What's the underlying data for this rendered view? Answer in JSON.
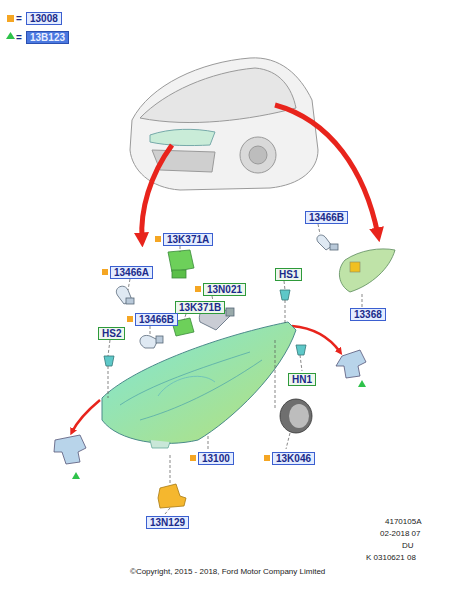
{
  "diagram": {
    "nodes": [
      {
        "text": [
          "13466B"
        ]
      },
      {
        "text": [
          "13K371A"
        ]
      },
      {
        "text": [
          "13466A"
        ]
      },
      {
        "text": [
          "13N021"
        ]
      },
      {
        "text": [
          "HS1"
        ]
      },
      {
        "text": [
          "13K371B"
        ]
      },
      {
        "text": [
          "13368"
        ]
      },
      {
        "text": [
          "13466B"
        ]
      },
      {
        "text": [
          "HS2"
        ]
      },
      {
        "text": [
          "HN1"
        ]
      },
      {
        "text": [
          "13100"
        ]
      },
      {
        "text": [
          "13K046"
        ]
      },
      {
        "text": [
          "13N129"
        ]
      }
    ],
    "labels": [
      "=",
      "=",
      "4170105A",
      "02-2018 07",
      "DU",
      "K 0310621 08",
      "©Copyright, 2015 - 2018, Ford Motor Company Limited"
    ],
    "legend": [
      {
        "text": "13008",
        "color": "#f5a623"
      },
      {
        "text": "13B123"
      }
    ]
  }
}
